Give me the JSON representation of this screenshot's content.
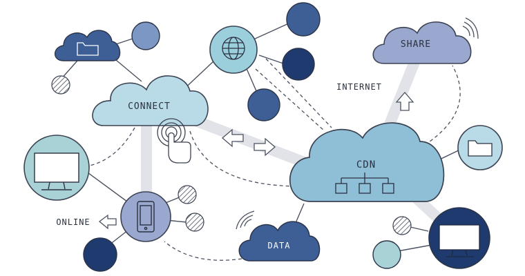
{
  "labels": {
    "connect": "CONNECT",
    "cdn": "CDN",
    "share": "SHARE",
    "internet": "INTERNET",
    "online": "ONLINE",
    "data": "DATA"
  },
  "icons": {
    "folder": "folder-icon",
    "globe": "globe-icon",
    "touch": "touch-icon",
    "monitor": "monitor-icon",
    "phone": "phone-icon",
    "wifi": "wifi-icon",
    "network": "network-icon",
    "arrow": "arrow-icon"
  },
  "colors": {
    "dark_navy": "#1f3a6e",
    "mid_blue": "#3d5f95",
    "steel_blue": "#5877a8",
    "sky": "#8fbfd6",
    "light_sky": "#b9dbe7",
    "lavender": "#9aa8cf",
    "teal_light": "#a9d2d7",
    "connector_gray": "#e0e2e6",
    "outline": "#3b4252"
  }
}
